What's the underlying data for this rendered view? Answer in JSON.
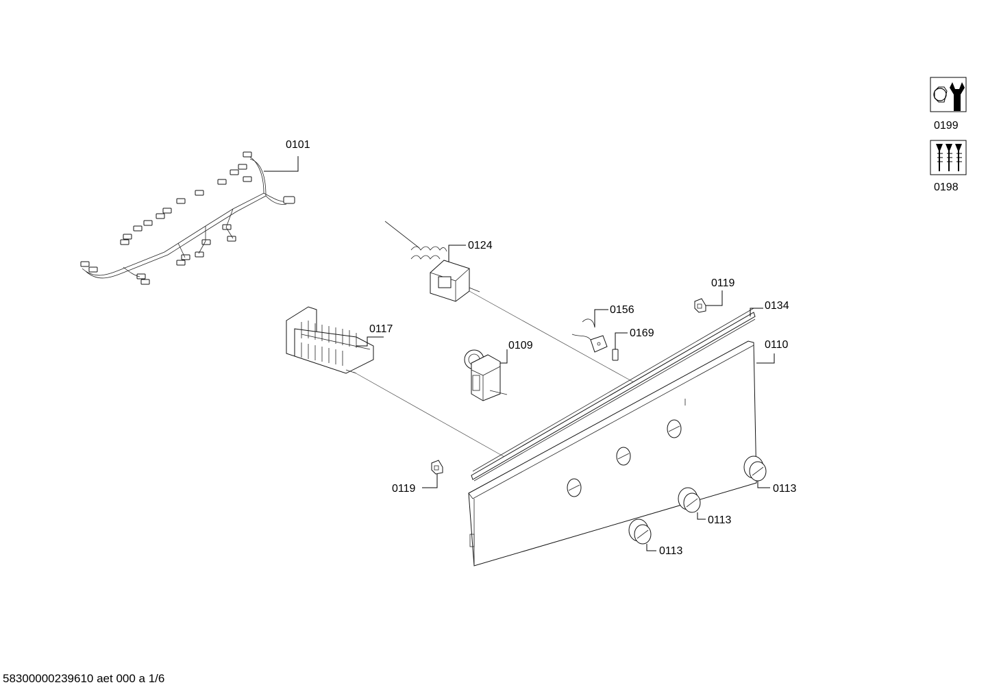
{
  "parts": {
    "p0101": "0101",
    "p0124": "0124",
    "p0117": "0117",
    "p0109": "0109",
    "p0156": "0156",
    "p0169": "0169",
    "p0119_top": "0119",
    "p0119_bottom": "0119",
    "p0134": "0134",
    "p0110": "0110",
    "p0113_a": "0113",
    "p0113_b": "0113",
    "p0113_c": "0113"
  },
  "legend": {
    "tools_label": "0199",
    "screws_label": "0198",
    "tools_icon": "wrench-icon",
    "screws_icon": "screws-icon"
  },
  "footer": {
    "document_id": "58300000239610 aet 000 a 1/6"
  }
}
